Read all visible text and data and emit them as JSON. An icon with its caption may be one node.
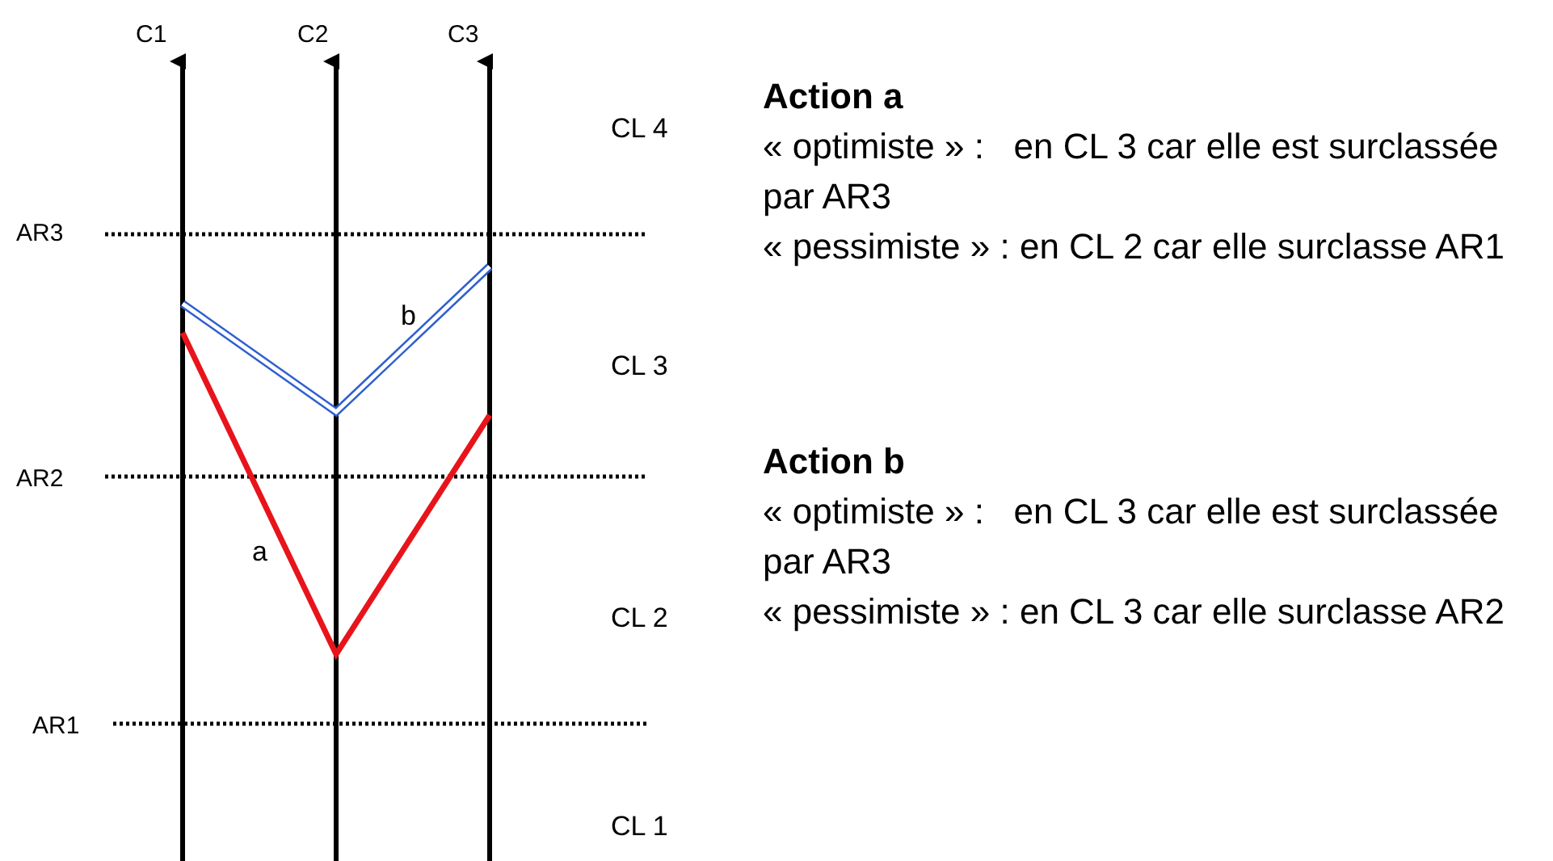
{
  "diagram": {
    "labels": [
      "C1",
      "C2",
      "C3",
      "CL 4",
      "AR3",
      "CL 3",
      "b",
      "AR2",
      "a",
      "CL 2",
      "AR1",
      "CL 1",
      "Action a",
      "« optimiste » :   en CL 3 car elle est surclassée par AR3",
      "« pessimiste » : en CL 2 car elle surclasse AR1",
      "Action b",
      "« optimiste » :   en CL 3 car elle est surclassée par AR3",
      "« pessimiste » : en CL 3 car elle surclasse AR2"
    ]
  }
}
